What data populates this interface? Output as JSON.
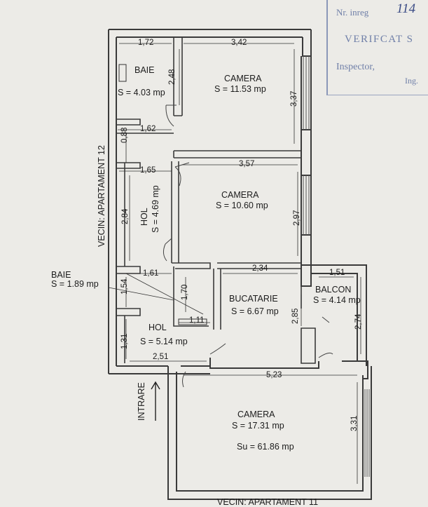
{
  "stamp": {
    "nr_inreg": "Nr. inreg",
    "nr_value": "114",
    "verificat": "VERIFCAT S",
    "inspector": "Inspector,",
    "ing": "Ing."
  },
  "neighbors": {
    "left": "VECIN: APARTAMENT 12",
    "bottom": "VECIN: APARTAMENT 11"
  },
  "entrance": "INTRARE",
  "rooms": {
    "baie1": {
      "name": "BAIE",
      "area": "S = 4.03 mp"
    },
    "camera1": {
      "name": "CAMERA",
      "area": "S = 11.53 mp"
    },
    "camera2": {
      "name": "CAMERA",
      "area": "S = 10.60 mp"
    },
    "hol1": {
      "name": "HOL",
      "area": "S = 4.69 mp"
    },
    "baie2": {
      "name": "BAIE",
      "area": "S = 1.89 mp"
    },
    "bucatarie": {
      "name": "BUCATARIE",
      "area": "S = 6.67 mp"
    },
    "balcon": {
      "name": "BALCON",
      "area": "S = 4.14 mp"
    },
    "hol2": {
      "name": "HOL",
      "area": "S = 5.14 mp"
    },
    "camera3": {
      "name": "CAMERA",
      "area": "S = 17.31 mp"
    }
  },
  "total_area": "Su = 61.86 mp",
  "dimensions": {
    "d172": "1,72",
    "d342": "3,42",
    "d248": "2,48",
    "d337": "3,37",
    "d088": "0,88",
    "d162": "1,62",
    "d165": "1,65",
    "d357": "3,57",
    "d284": "2,84",
    "d297": "2,97",
    "d161": "1,61",
    "d234": "2,34",
    "d151": "1,51",
    "d154": "1,54",
    "d170": "1,70",
    "d111": "1,11",
    "d285": "2,85",
    "d274": "2,74",
    "d131": "1,31",
    "d251": "2,51",
    "d523": "5,23",
    "d331": "3,31"
  }
}
